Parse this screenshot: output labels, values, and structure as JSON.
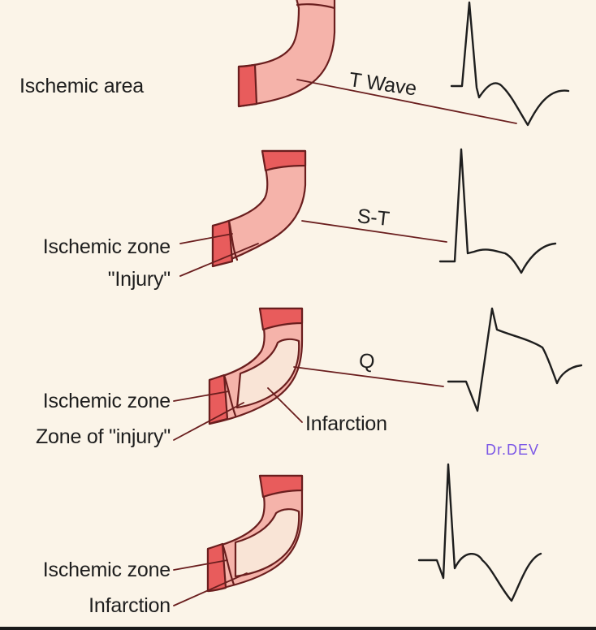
{
  "colors": {
    "background": "#fbf4e8",
    "vessel_fill": "#f5b3aa",
    "ischemic_fill": "#e85c5c",
    "infarct_fill": "#f9e4d6",
    "outline": "#6a1e1e",
    "watermark": "#7b57e6"
  },
  "panels": [
    {
      "id": "t-wave",
      "left_labels": [
        "Ischemic area"
      ],
      "wave_label": "T Wave"
    },
    {
      "id": "st",
      "left_labels": [
        "Ischemic zone",
        "\"Injury\""
      ],
      "wave_label": "S-T"
    },
    {
      "id": "q",
      "left_labels": [
        "Ischemic zone",
        "Zone of \"injury\""
      ],
      "inner_label": "Infarction",
      "wave_label": "Q"
    },
    {
      "id": "full",
      "left_labels": [
        "Ischemic zone",
        "Infarction"
      ]
    }
  ],
  "watermark": "Dr.DEV"
}
